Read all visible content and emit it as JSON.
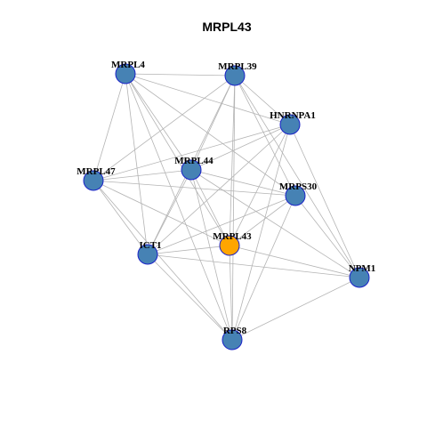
{
  "title": "MRPL43",
  "colors": {
    "hub": "#ffa500",
    "node": "#4682b4",
    "node_border": "#1a22c8",
    "edge": "#b4b4b4"
  },
  "nodes": [
    {
      "id": "MRPL4",
      "label": "MRPL4"
    },
    {
      "id": "MRPL39",
      "label": "MRPL39"
    },
    {
      "id": "HNRNPA1",
      "label": "HNRNPA1"
    },
    {
      "id": "MRPL44",
      "label": "MRPL44"
    },
    {
      "id": "MRPL47",
      "label": "MRPL47"
    },
    {
      "id": "MRPS30",
      "label": "MRPS30"
    },
    {
      "id": "MRPL43",
      "label": "MRPL43",
      "hub": true
    },
    {
      "id": "ICT1",
      "label": "ICT1"
    },
    {
      "id": "NPM1",
      "label": "NPM1"
    },
    {
      "id": "RPS8",
      "label": "RPS8"
    }
  ],
  "edges": [
    [
      "MRPL4",
      "MRPL39"
    ],
    [
      "MRPL4",
      "HNRNPA1"
    ],
    [
      "MRPL4",
      "MRPL44"
    ],
    [
      "MRPL4",
      "MRPL47"
    ],
    [
      "MRPL4",
      "MRPS30"
    ],
    [
      "MRPL4",
      "ICT1"
    ],
    [
      "MRPL4",
      "MRPL43"
    ],
    [
      "MRPL4",
      "RPS8"
    ],
    [
      "MRPL39",
      "HNRNPA1"
    ],
    [
      "MRPL39",
      "MRPL44"
    ],
    [
      "MRPL39",
      "MRPL47"
    ],
    [
      "MRPL39",
      "MRPS30"
    ],
    [
      "MRPL39",
      "ICT1"
    ],
    [
      "MRPL39",
      "MRPL43"
    ],
    [
      "MRPL39",
      "NPM1"
    ],
    [
      "MRPL39",
      "RPS8"
    ],
    [
      "HNRNPA1",
      "MRPL44"
    ],
    [
      "HNRNPA1",
      "MRPL47"
    ],
    [
      "HNRNPA1",
      "ICT1"
    ],
    [
      "HNRNPA1",
      "MRPL43"
    ],
    [
      "HNRNPA1",
      "NPM1"
    ],
    [
      "HNRNPA1",
      "RPS8"
    ],
    [
      "MRPL44",
      "MRPL47"
    ],
    [
      "MRPL44",
      "MRPS30"
    ],
    [
      "MRPL44",
      "ICT1"
    ],
    [
      "MRPL44",
      "MRPL43"
    ],
    [
      "MRPL44",
      "NPM1"
    ],
    [
      "MRPL44",
      "RPS8"
    ],
    [
      "MRPL47",
      "MRPS30"
    ],
    [
      "MRPL47",
      "ICT1"
    ],
    [
      "MRPL47",
      "MRPL43"
    ],
    [
      "MRPL47",
      "RPS8"
    ],
    [
      "MRPS30",
      "ICT1"
    ],
    [
      "MRPS30",
      "MRPL43"
    ],
    [
      "MRPS30",
      "NPM1"
    ],
    [
      "MRPS30",
      "RPS8"
    ],
    [
      "ICT1",
      "MRPL43"
    ],
    [
      "ICT1",
      "NPM1"
    ],
    [
      "ICT1",
      "RPS8"
    ],
    [
      "MRPL43",
      "NPM1"
    ],
    [
      "MRPL43",
      "RPS8"
    ],
    [
      "NPM1",
      "RPS8"
    ]
  ]
}
